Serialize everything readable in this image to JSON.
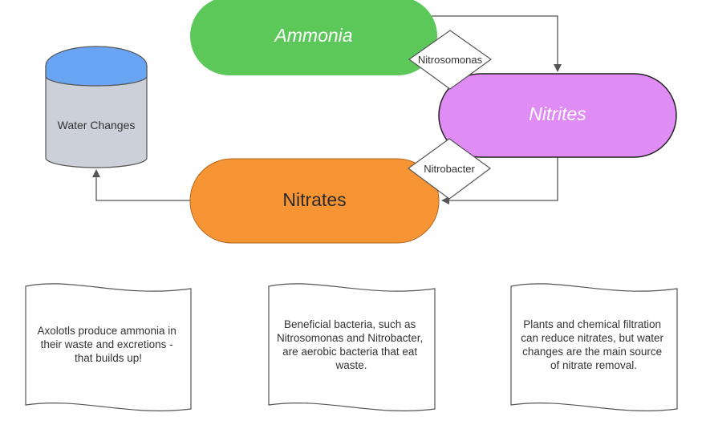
{
  "nodes": {
    "ammonia": {
      "label": "Ammonia",
      "fill": "#5cc85a"
    },
    "nitrites": {
      "label": "Nitrites",
      "fill": "#e08cf5",
      "stroke": "#222222"
    },
    "nitrates": {
      "label": "Nitrates",
      "fill": "#f79534",
      "stroke": "#b3661d"
    },
    "water_changes": {
      "label": "Water Changes",
      "top_fill": "#6aa5f4",
      "body_fill": "#ccd0d8",
      "stroke": "#555555"
    }
  },
  "connectors": {
    "nitrosomonas": {
      "label": "Nitrosomonas"
    },
    "nitrobacter": {
      "label": "Nitrobacter"
    }
  },
  "notes": [
    {
      "lines": [
        "Axolotls produce ammonia in",
        "their waste and excretions -",
        "that builds up!"
      ]
    },
    {
      "lines": [
        "Beneficial bacteria, such as",
        "Nitrosomonas and Nitrobacter,",
        "are aerobic bacteria that eat",
        "waste."
      ]
    },
    {
      "lines": [
        "Plants and chemical filtration",
        "can reduce nitrates, but water",
        "changes are the main source",
        "of nitrate removal."
      ]
    }
  ],
  "colors": {
    "arrow": "#555555",
    "note_stroke": "#555555",
    "text": "#333333"
  }
}
